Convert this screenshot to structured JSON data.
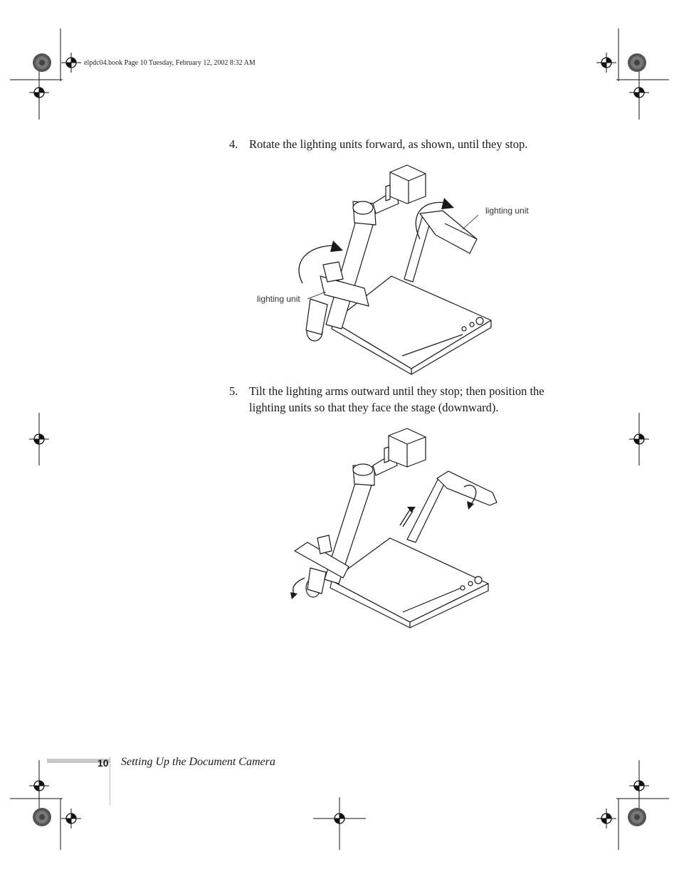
{
  "header": {
    "book_info": "elpdc04.book  Page 10  Tuesday, February 12, 2002  8:32 AM"
  },
  "steps": [
    {
      "number": "4.",
      "text": "Rotate the lighting units forward, as shown, until they stop."
    },
    {
      "number": "5.",
      "lines": [
        "Tilt the lighting arms outward until they stop; then position the",
        "lighting units so that they face the stage (downward)."
      ]
    }
  ],
  "figure1": {
    "callout_right": "lighting unit",
    "callout_left": "lighting unit"
  },
  "footer": {
    "page_number": "10",
    "section_title": "Setting Up the Document Camera"
  }
}
